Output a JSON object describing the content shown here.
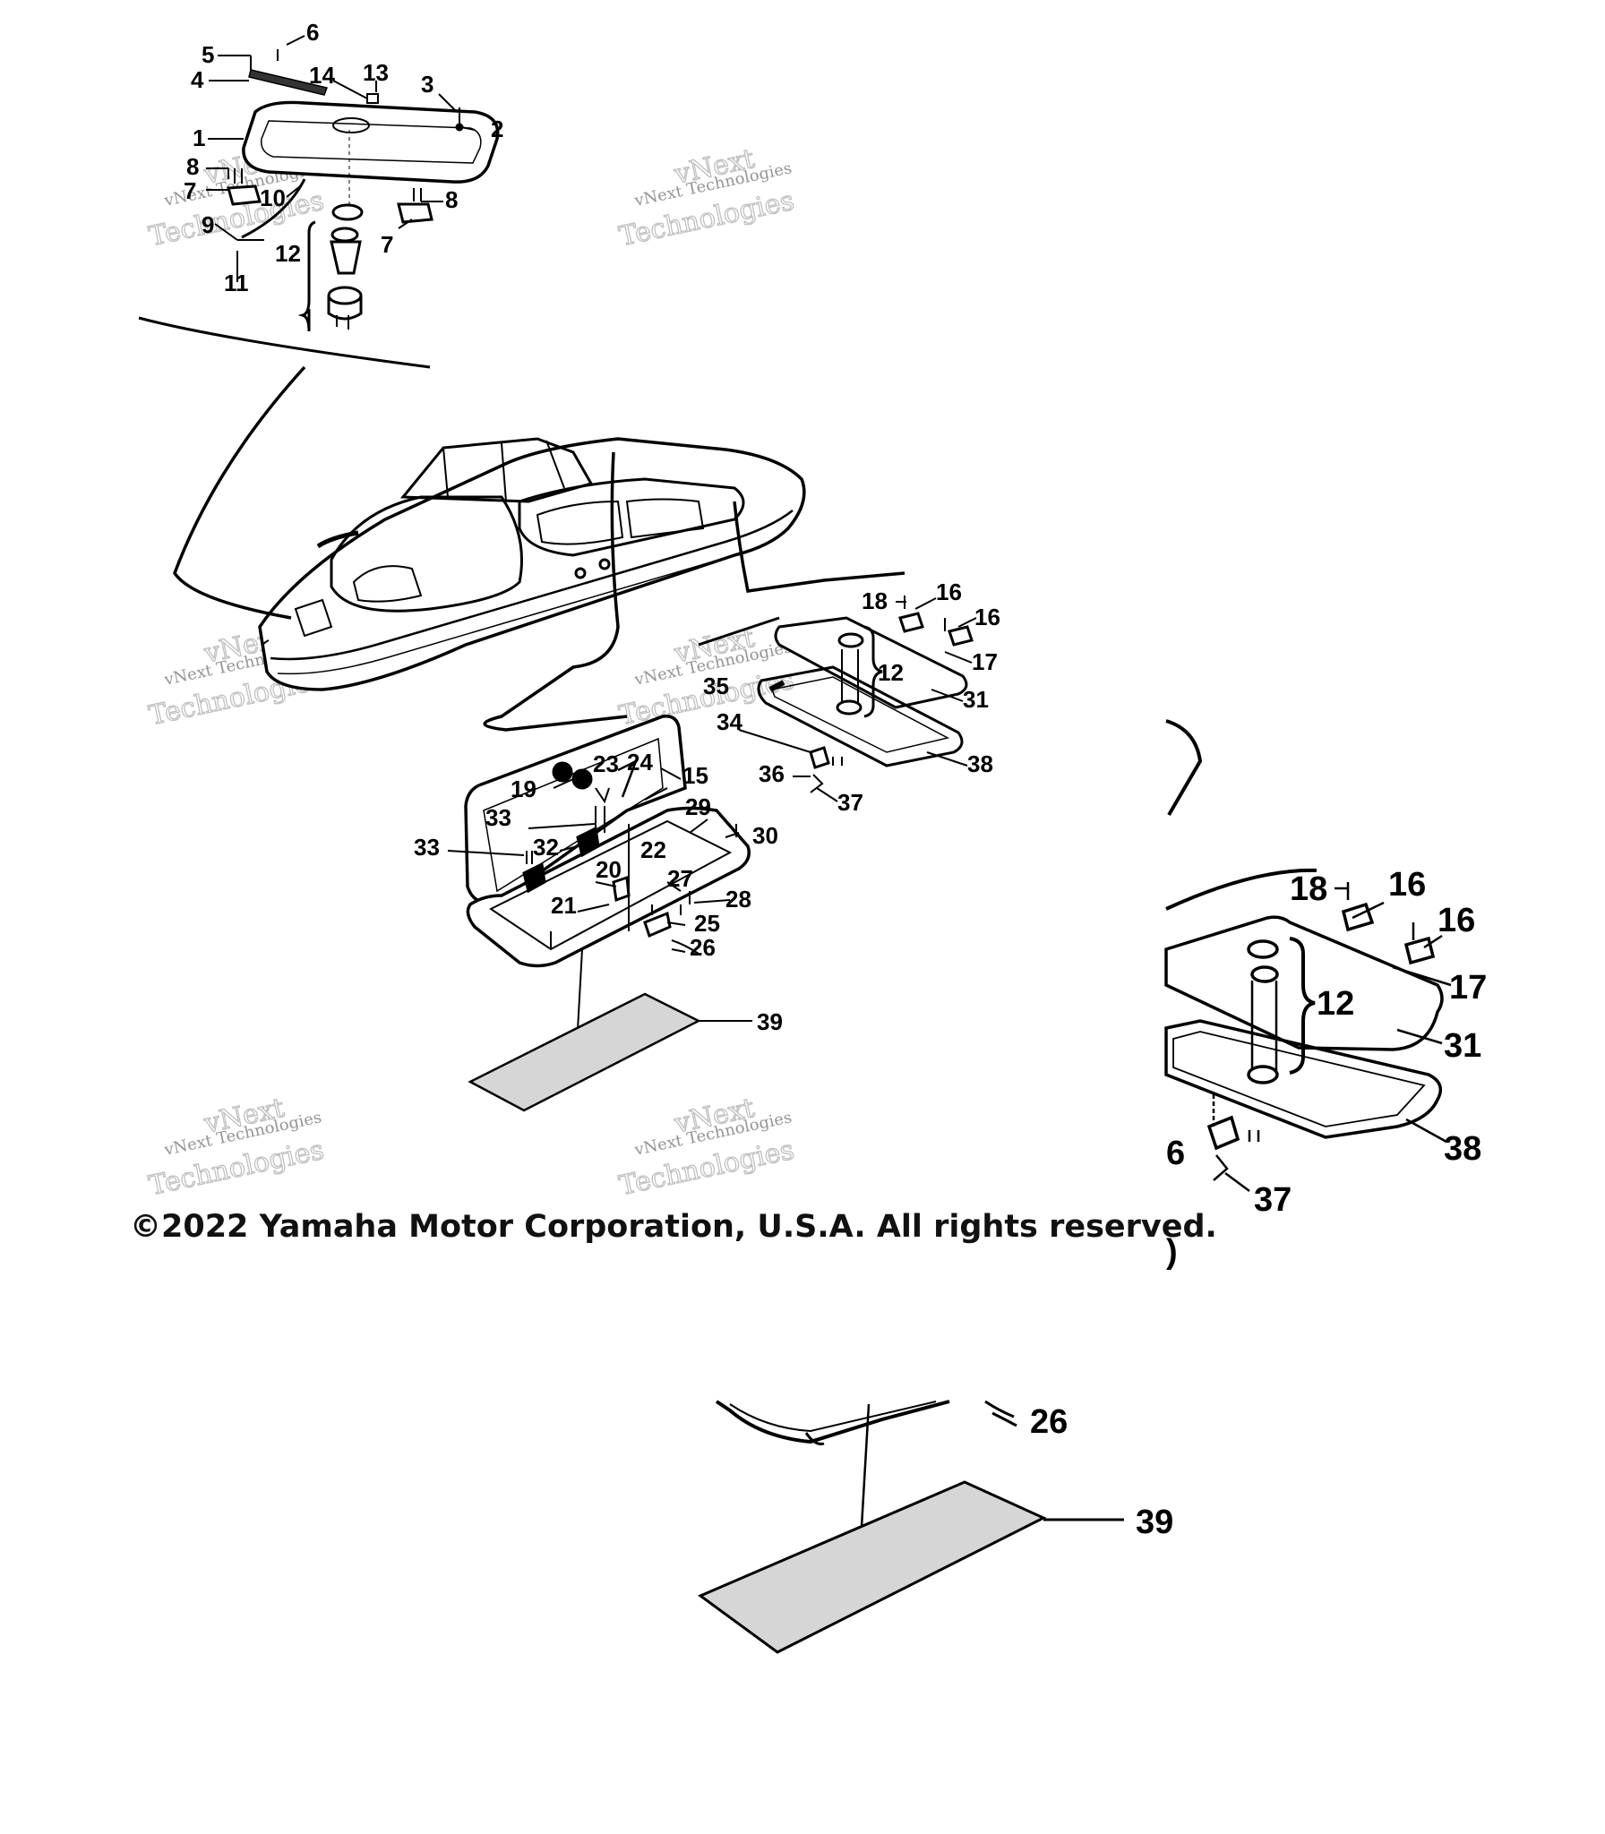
{
  "copyright": "©2022 Yamaha Motor Corporation, U.S.A. All rights reserved.",
  "watermark": {
    "line1": "vNext Technologies",
    "line2": "vNext",
    "line3": "Technologies"
  },
  "colors": {
    "ink": "#000000",
    "watermark": "#8a8a8a",
    "background": "#ffffff"
  },
  "callouts": {
    "c1": "1",
    "c2": "2",
    "c3": "3",
    "c4": "4",
    "c5": "5",
    "c6": "6",
    "c7a": "7",
    "c7b": "7",
    "c8a": "8",
    "c8b": "8",
    "c9": "9",
    "c10": "10",
    "c11": "11",
    "c12a": "12",
    "c12b": "12",
    "c13": "13",
    "c14": "14",
    "c15": "15",
    "c16a": "16",
    "c16b": "16",
    "c17": "17",
    "c18": "18",
    "c19": "19",
    "c20": "20",
    "c21": "21",
    "c22": "22",
    "c23": "23",
    "c24": "24",
    "c25": "25",
    "c26": "26",
    "c27": "27",
    "c28": "28",
    "c29": "29",
    "c30": "30",
    "c31": "31",
    "c32": "32",
    "c33a": "33",
    "c33b": "33",
    "c34": "34",
    "c35": "35",
    "c36": "36",
    "c37": "37",
    "c38": "38",
    "c39": "39"
  },
  "zoom": {
    "c16a": "16",
    "c16b": "16",
    "c17": "17",
    "c18": "18",
    "c12": "12",
    "c31": "31",
    "c38": "38",
    "c36": "6",
    "c37": "37",
    "c26": "26",
    "c39": "39",
    "paren": ")"
  }
}
